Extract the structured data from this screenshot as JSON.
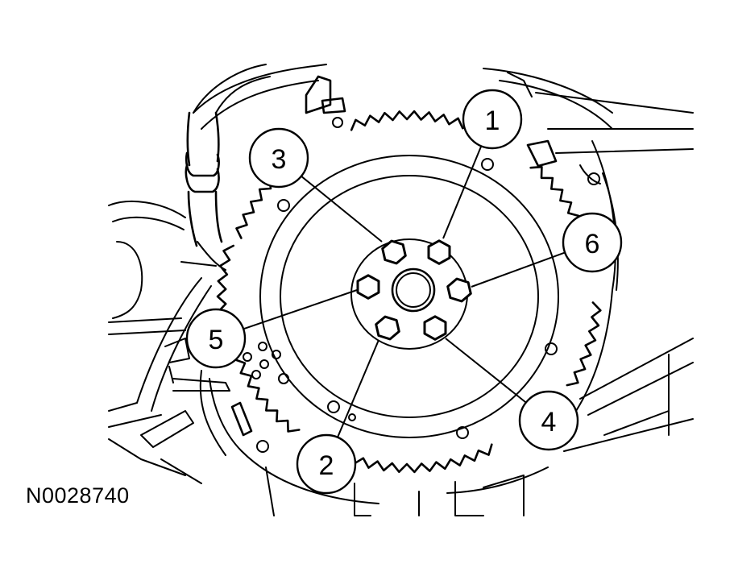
{
  "figure": {
    "id_text": "N0028740"
  },
  "callouts": [
    {
      "label": "1"
    },
    {
      "label": "2"
    },
    {
      "label": "3"
    },
    {
      "label": "4"
    },
    {
      "label": "5"
    },
    {
      "label": "6"
    }
  ],
  "bolts": [
    {
      "name": "bolt-top-left"
    },
    {
      "name": "bolt-top-right"
    },
    {
      "name": "bolt-right"
    },
    {
      "name": "bolt-bottom-right"
    },
    {
      "name": "bolt-bottom-left"
    },
    {
      "name": "bolt-left"
    }
  ],
  "colors": {
    "line": "#000000",
    "background": "#ffffff"
  }
}
